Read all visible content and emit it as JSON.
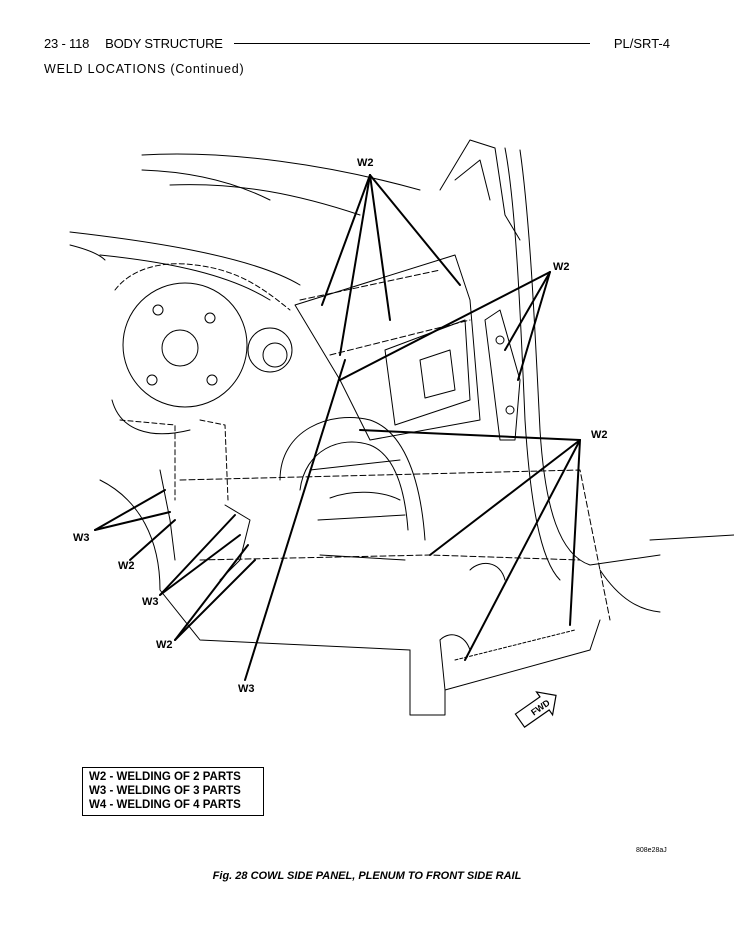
{
  "header": {
    "page_number": "23 - 118",
    "section_title": "BODY STRUCTURE",
    "model": "PL/SRT-4"
  },
  "subheading": "WELD LOCATIONS (Continued)",
  "figure": {
    "callouts": {
      "w2_top": "W2",
      "w2_right_upper": "W2",
      "w2_right_lower": "W2",
      "w3_left": "W3",
      "w2_left_mid": "W2",
      "w3_left_mid": "W3",
      "w2_left_low": "W2",
      "w3_bottom": "W3"
    },
    "fwd_arrow": "FWD",
    "image_code": "808e28aJ"
  },
  "legend": {
    "items": [
      "W2 - WELDING OF 2 PARTS",
      "W3 - WELDING OF 3 PARTS",
      "W4 - WELDING OF 4 PARTS"
    ]
  },
  "caption": "Fig. 28 COWL SIDE PANEL, PLENUM TO FRONT SIDE RAIL"
}
